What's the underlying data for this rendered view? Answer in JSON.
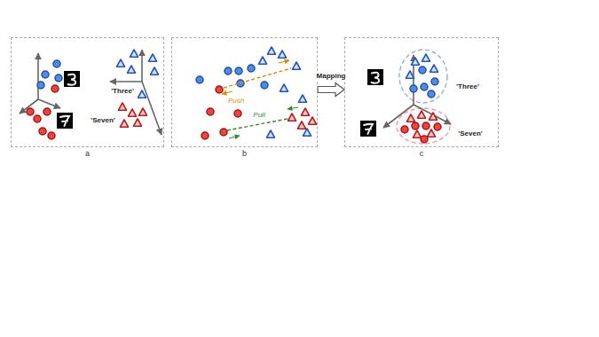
{
  "diagram": {
    "nodes": [
      {
        "text": [
          "a"
        ]
      },
      {
        "text": [
          "b"
        ]
      },
      {
        "text": [
          "c"
        ]
      }
    ],
    "edges": [
      {
        "from": 1,
        "to": 2,
        "arrow": "to",
        "label": "Mapping"
      }
    ],
    "labels": [
      "'Three'",
      "'Seven'",
      "Push",
      "Pull",
      "'Three'",
      "'Seven'"
    ]
  }
}
